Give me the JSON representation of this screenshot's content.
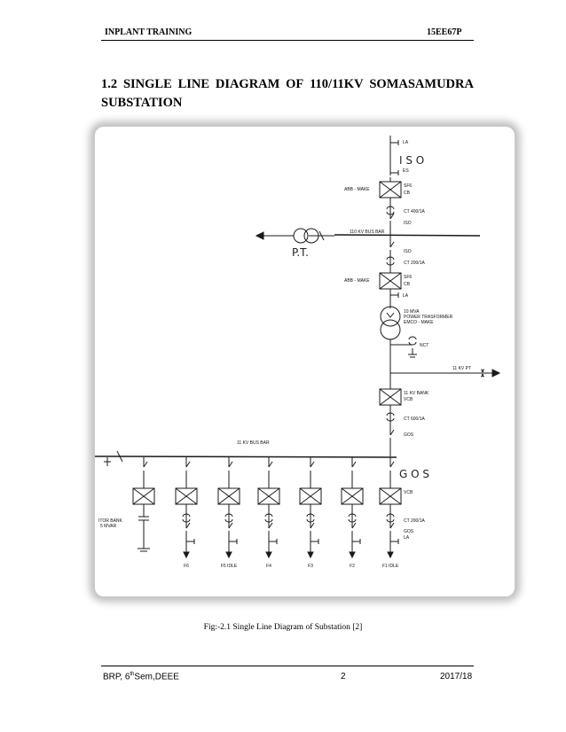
{
  "header": {
    "left": "INPLANT TRAINING",
    "right": "15EE67P"
  },
  "title": {
    "number": "1.2",
    "words": [
      "SINGLE",
      "LINE",
      "DIAGRAM",
      "OF",
      "110/11KV",
      "SOMASAMUDRA"
    ],
    "line2": "SUBSTATION"
  },
  "diagram": {
    "top": {
      "la": "LA",
      "iso_hand": "I S O",
      "es": "ES",
      "abb_make": "ABB - MAKE",
      "sf6": "SF6",
      "cb": "CB",
      "ct": "CT 400/1A",
      "iso": "ISO"
    },
    "bus110": {
      "label": "110 KV BUS BAR",
      "pt_hand": "P.T."
    },
    "mid": {
      "iso": "ISO",
      "ct": "CT 200/1A",
      "abb_make": "ABB - MAKE",
      "sf6": "SF6",
      "cb": "CB",
      "la": "LA"
    },
    "transformer": {
      "mva": "10 MVA",
      "power": "POWER TRASFORMER",
      "make": "EMCO - MAKE",
      "nct": "NCT"
    },
    "lv": {
      "pt": "11 KV PT",
      "bank1": "11 KV BANK",
      "vcb": "VCB",
      "ct": "CT 600/1A",
      "gos": "GOS"
    },
    "bus11": {
      "label": "11 KV BUS BAR",
      "gos_hand": "G O S"
    },
    "feeder": {
      "vcb": "VCB",
      "ct": "CT 200/1A",
      "gos": "GOS",
      "la": "LA"
    },
    "feeders": [
      "F6",
      "F5 IDLE",
      "F4",
      "F3",
      "F2",
      "F1 IDLE"
    ],
    "cap_bank": [
      "ITOR BANK",
      "5 MVAR"
    ]
  },
  "caption": "Fig:-2.1 Single Line Diagram of Substation [2]",
  "footer": {
    "left_main": "BRP, 6",
    "left_sup": "th",
    "left_tail": "Sem,DEEE",
    "page": "2",
    "year": "2017/18"
  }
}
